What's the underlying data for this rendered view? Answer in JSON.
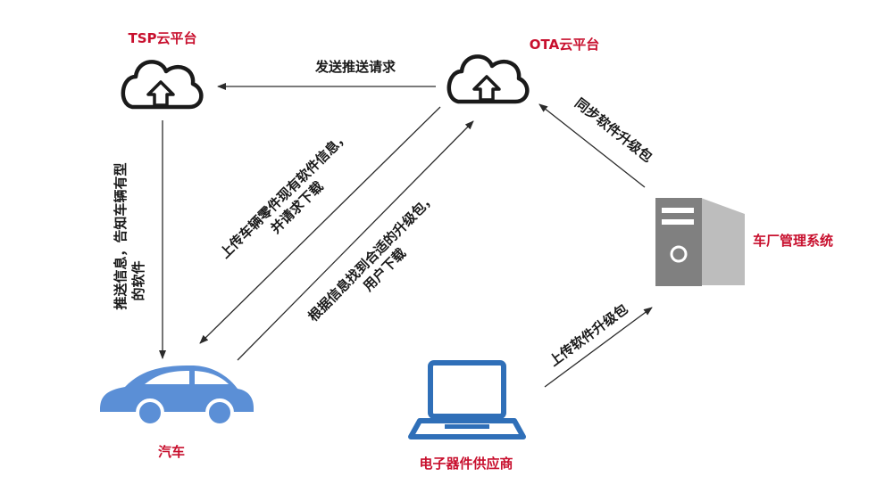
{
  "colors": {
    "node_label": "#c8102e",
    "edge_label": "#1a1a1a",
    "arrow": "#2b2b2b",
    "car": "#5b8fd6",
    "server": "#808080",
    "laptop": "#2f6fb8",
    "cloud": "#1a1a1a"
  },
  "nodes": {
    "tsp": {
      "label": "TSP云平台",
      "icon": "cloud-upload-icon"
    },
    "ota": {
      "label": "OTA云平台",
      "icon": "cloud-upload-icon"
    },
    "oem": {
      "label": "车厂管理系统",
      "icon": "server-tower-icon"
    },
    "car": {
      "label": "汽车",
      "icon": "car-icon"
    },
    "supplier": {
      "label": "电子器件供应商",
      "icon": "laptop-icon"
    }
  },
  "edges": {
    "ota_to_tsp": {
      "label": "发送推送请求"
    },
    "oem_to_ota": {
      "label": "同步软件升级包"
    },
    "tsp_to_car": {
      "line1": "推送信息，告知车辆有型",
      "line2": "的软件"
    },
    "ota_to_car": {
      "line1": "上传车辆零件现有软件信息，",
      "line2": "并请求下载"
    },
    "car_to_ota": {
      "line1": "根据信息找到合适的升级包，",
      "line2": "用户下载"
    },
    "supplier_to_oem": {
      "label": "上传软件升级包"
    }
  }
}
